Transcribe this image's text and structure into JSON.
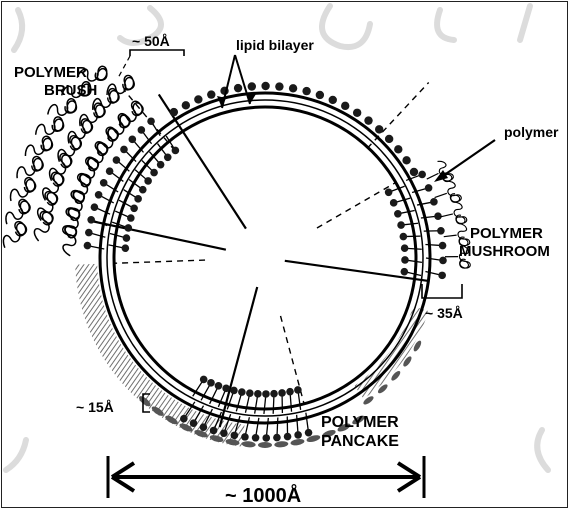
{
  "labels": {
    "brush_width": "~ 50Å",
    "lipid_bilayer": "lipid bilayer",
    "polymer_brush_line1": "POLYMER",
    "polymer_brush_line2": "BRUSH",
    "polymer": "polymer",
    "mushroom_line1": "POLYMER",
    "mushroom_line2": "MUSHROOM",
    "mushroom_width": "~ 35Å",
    "pancake_width": "~ 15Å",
    "pancake_line1": "POLYMER",
    "pancake_line2": "PANCAKE",
    "diameter": "~ 1000Å"
  },
  "colors": {
    "ink": "#000000",
    "lipid_head": "#1a1a1a",
    "hatched_fill": "#8c8c8c",
    "pancake_blob": "#555555",
    "watermark": "#d8d8d8"
  }
}
